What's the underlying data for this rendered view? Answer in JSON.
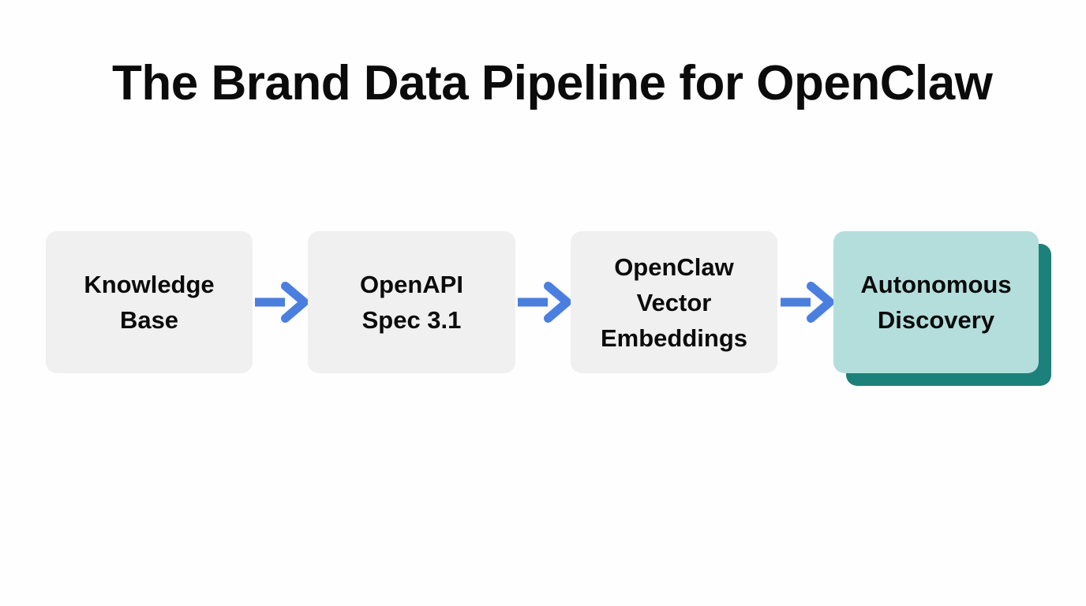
{
  "page": {
    "title": "The Brand Data Pipeline for OpenClaw",
    "background_color": "#fefefe"
  },
  "colors": {
    "title_text": "#0b0b0c",
    "node_fill": "#f0f0f0",
    "highlight_fill": "#b4dedb",
    "highlight_shadow": "#1c817a",
    "arrow": "#4a7fe0"
  },
  "chart_data": {
    "type": "diagram",
    "subtype": "linear-flow-pipeline",
    "title": "The Brand Data Pipeline for OpenClaw",
    "direction": "left-to-right",
    "connector": "arrow",
    "nodes": [
      {
        "id": "node-1",
        "label": "Knowledge\nBase",
        "order": 1,
        "style": "plain",
        "fill": "#f0f0f0"
      },
      {
        "id": "node-2",
        "label": "OpenAPI\nSpec 3.1",
        "order": 2,
        "style": "plain",
        "fill": "#f0f0f0"
      },
      {
        "id": "node-3",
        "label": "OpenClaw\nVector\nEmbeddings",
        "order": 3,
        "style": "plain",
        "fill": "#f0f0f0"
      },
      {
        "id": "node-4",
        "label": "Autonomous\nDiscovery",
        "order": 4,
        "style": "highlight",
        "fill": "#b4dedb"
      }
    ],
    "edges": [
      {
        "id": "arrow-1",
        "from": "node-1",
        "to": "node-2",
        "color": "#4a7fe0"
      },
      {
        "id": "arrow-2",
        "from": "node-2",
        "to": "node-3",
        "color": "#4a7fe0"
      },
      {
        "id": "arrow-3",
        "from": "node-3",
        "to": "node-4",
        "color": "#4a7fe0"
      }
    ]
  }
}
